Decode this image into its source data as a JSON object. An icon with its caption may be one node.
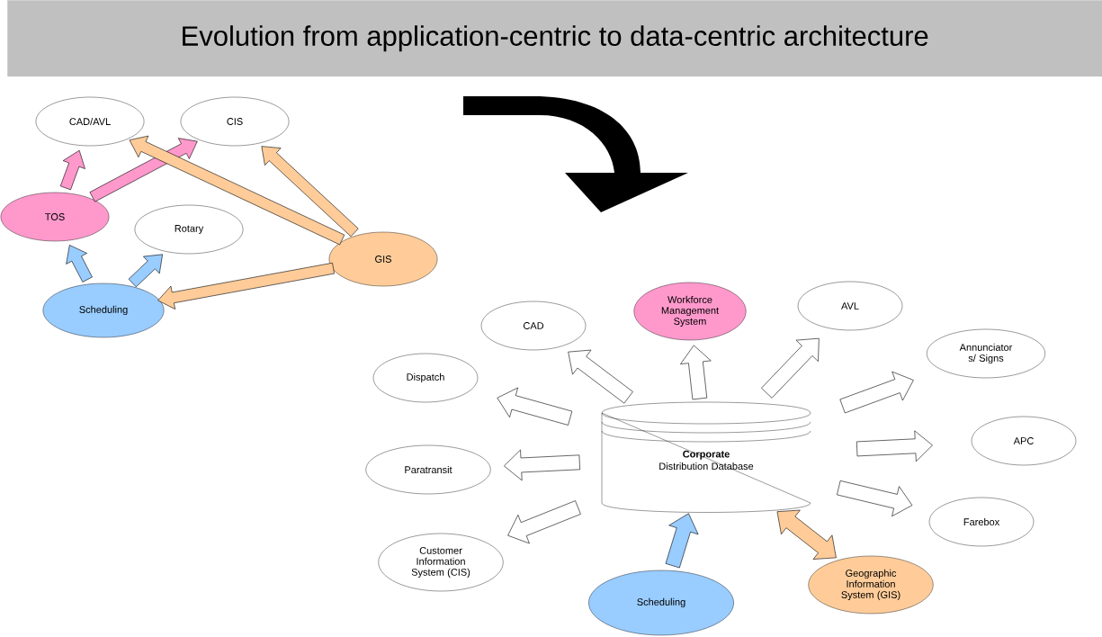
{
  "diagram": {
    "title": "Evolution from application-centric to data-centric architecture",
    "nodes": [
      {
        "text": [
          "CAD/AVL"
        ]
      },
      {
        "text": [
          "CIS"
        ]
      },
      {
        "text": [
          "TOS"
        ]
      },
      {
        "text": [
          "Rotary"
        ]
      },
      {
        "text": [
          "GIS"
        ]
      },
      {
        "text": [
          "Scheduling"
        ]
      },
      {
        "text": [
          "Corporate",
          "Distribution Database"
        ]
      },
      {
        "text": [
          "CAD"
        ]
      },
      {
        "text": [
          "Workforce Management System"
        ]
      },
      {
        "text": [
          "Dispatch"
        ]
      },
      {
        "text": [
          "AVL"
        ]
      },
      {
        "text": [
          "Annunciator s/ Signs"
        ]
      },
      {
        "text": [
          "Paratransit"
        ]
      },
      {
        "text": [
          "APC"
        ]
      },
      {
        "text": [
          "Farebox"
        ]
      },
      {
        "text": [
          "Customer Information System (CIS)"
        ]
      },
      {
        "text": [
          "Scheduling"
        ]
      },
      {
        "text": [
          "Geographic Information System (GIS)"
        ]
      }
    ],
    "edges": [
      {
        "from": 2,
        "to": 0,
        "arrow": "to",
        "color": "#ff99cc"
      },
      {
        "from": 2,
        "to": 1,
        "arrow": "to",
        "color": "#ff99cc"
      },
      {
        "from": 4,
        "to": 0,
        "arrow": "to",
        "color": "#ffcc99"
      },
      {
        "from": 4,
        "to": 1,
        "arrow": "to",
        "color": "#ffcc99"
      },
      {
        "from": 4,
        "to": 5,
        "arrow": "to",
        "color": "#ffcc99"
      },
      {
        "from": 5,
        "to": 2,
        "arrow": "to",
        "color": "#99ccff"
      },
      {
        "from": 5,
        "to": 3,
        "arrow": "to",
        "color": "#99ccff"
      },
      {
        "from": 6,
        "to": 7,
        "arrow": "to"
      },
      {
        "from": 6,
        "to": 8,
        "arrow": "to"
      },
      {
        "from": 6,
        "to": 10,
        "arrow": "to"
      },
      {
        "from": 6,
        "to": 9,
        "arrow": "to"
      },
      {
        "from": 6,
        "to": 11,
        "arrow": "to"
      },
      {
        "from": 6,
        "to": 12,
        "arrow": "to"
      },
      {
        "from": 6,
        "to": 13,
        "arrow": "to"
      },
      {
        "from": 6,
        "to": 14,
        "arrow": "to"
      },
      {
        "from": 6,
        "to": 15,
        "arrow": "to"
      },
      {
        "from": 16,
        "to": 6,
        "arrow": "to",
        "color": "#99ccff"
      },
      {
        "from": 17,
        "to": 6,
        "arrow": "both",
        "color": "#ffcc99"
      }
    ]
  }
}
